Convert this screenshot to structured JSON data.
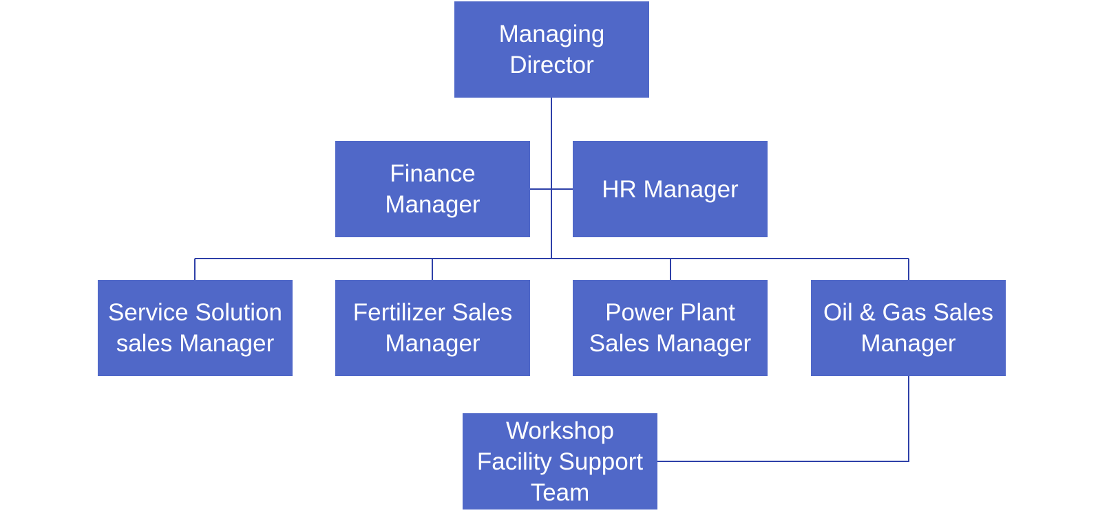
{
  "nodes": {
    "managing_director": "Managing\nDirector",
    "finance_manager": "Finance\nManager",
    "hr_manager": "HR  Manager",
    "service_solution": "Service Solution\nsales Manager",
    "fertilizer_sales": "Fertilizer Sales\nManager",
    "power_plant_sales": "Power Plant\nSales Manager",
    "oil_gas_sales": "Oil & Gas Sales\nManager",
    "workshop_support": "Workshop\nFacility Support\nTeam"
  },
  "colors": {
    "box_fill": "#5068C8",
    "connector": "#2E40A8",
    "text": "#FFFFFF"
  }
}
